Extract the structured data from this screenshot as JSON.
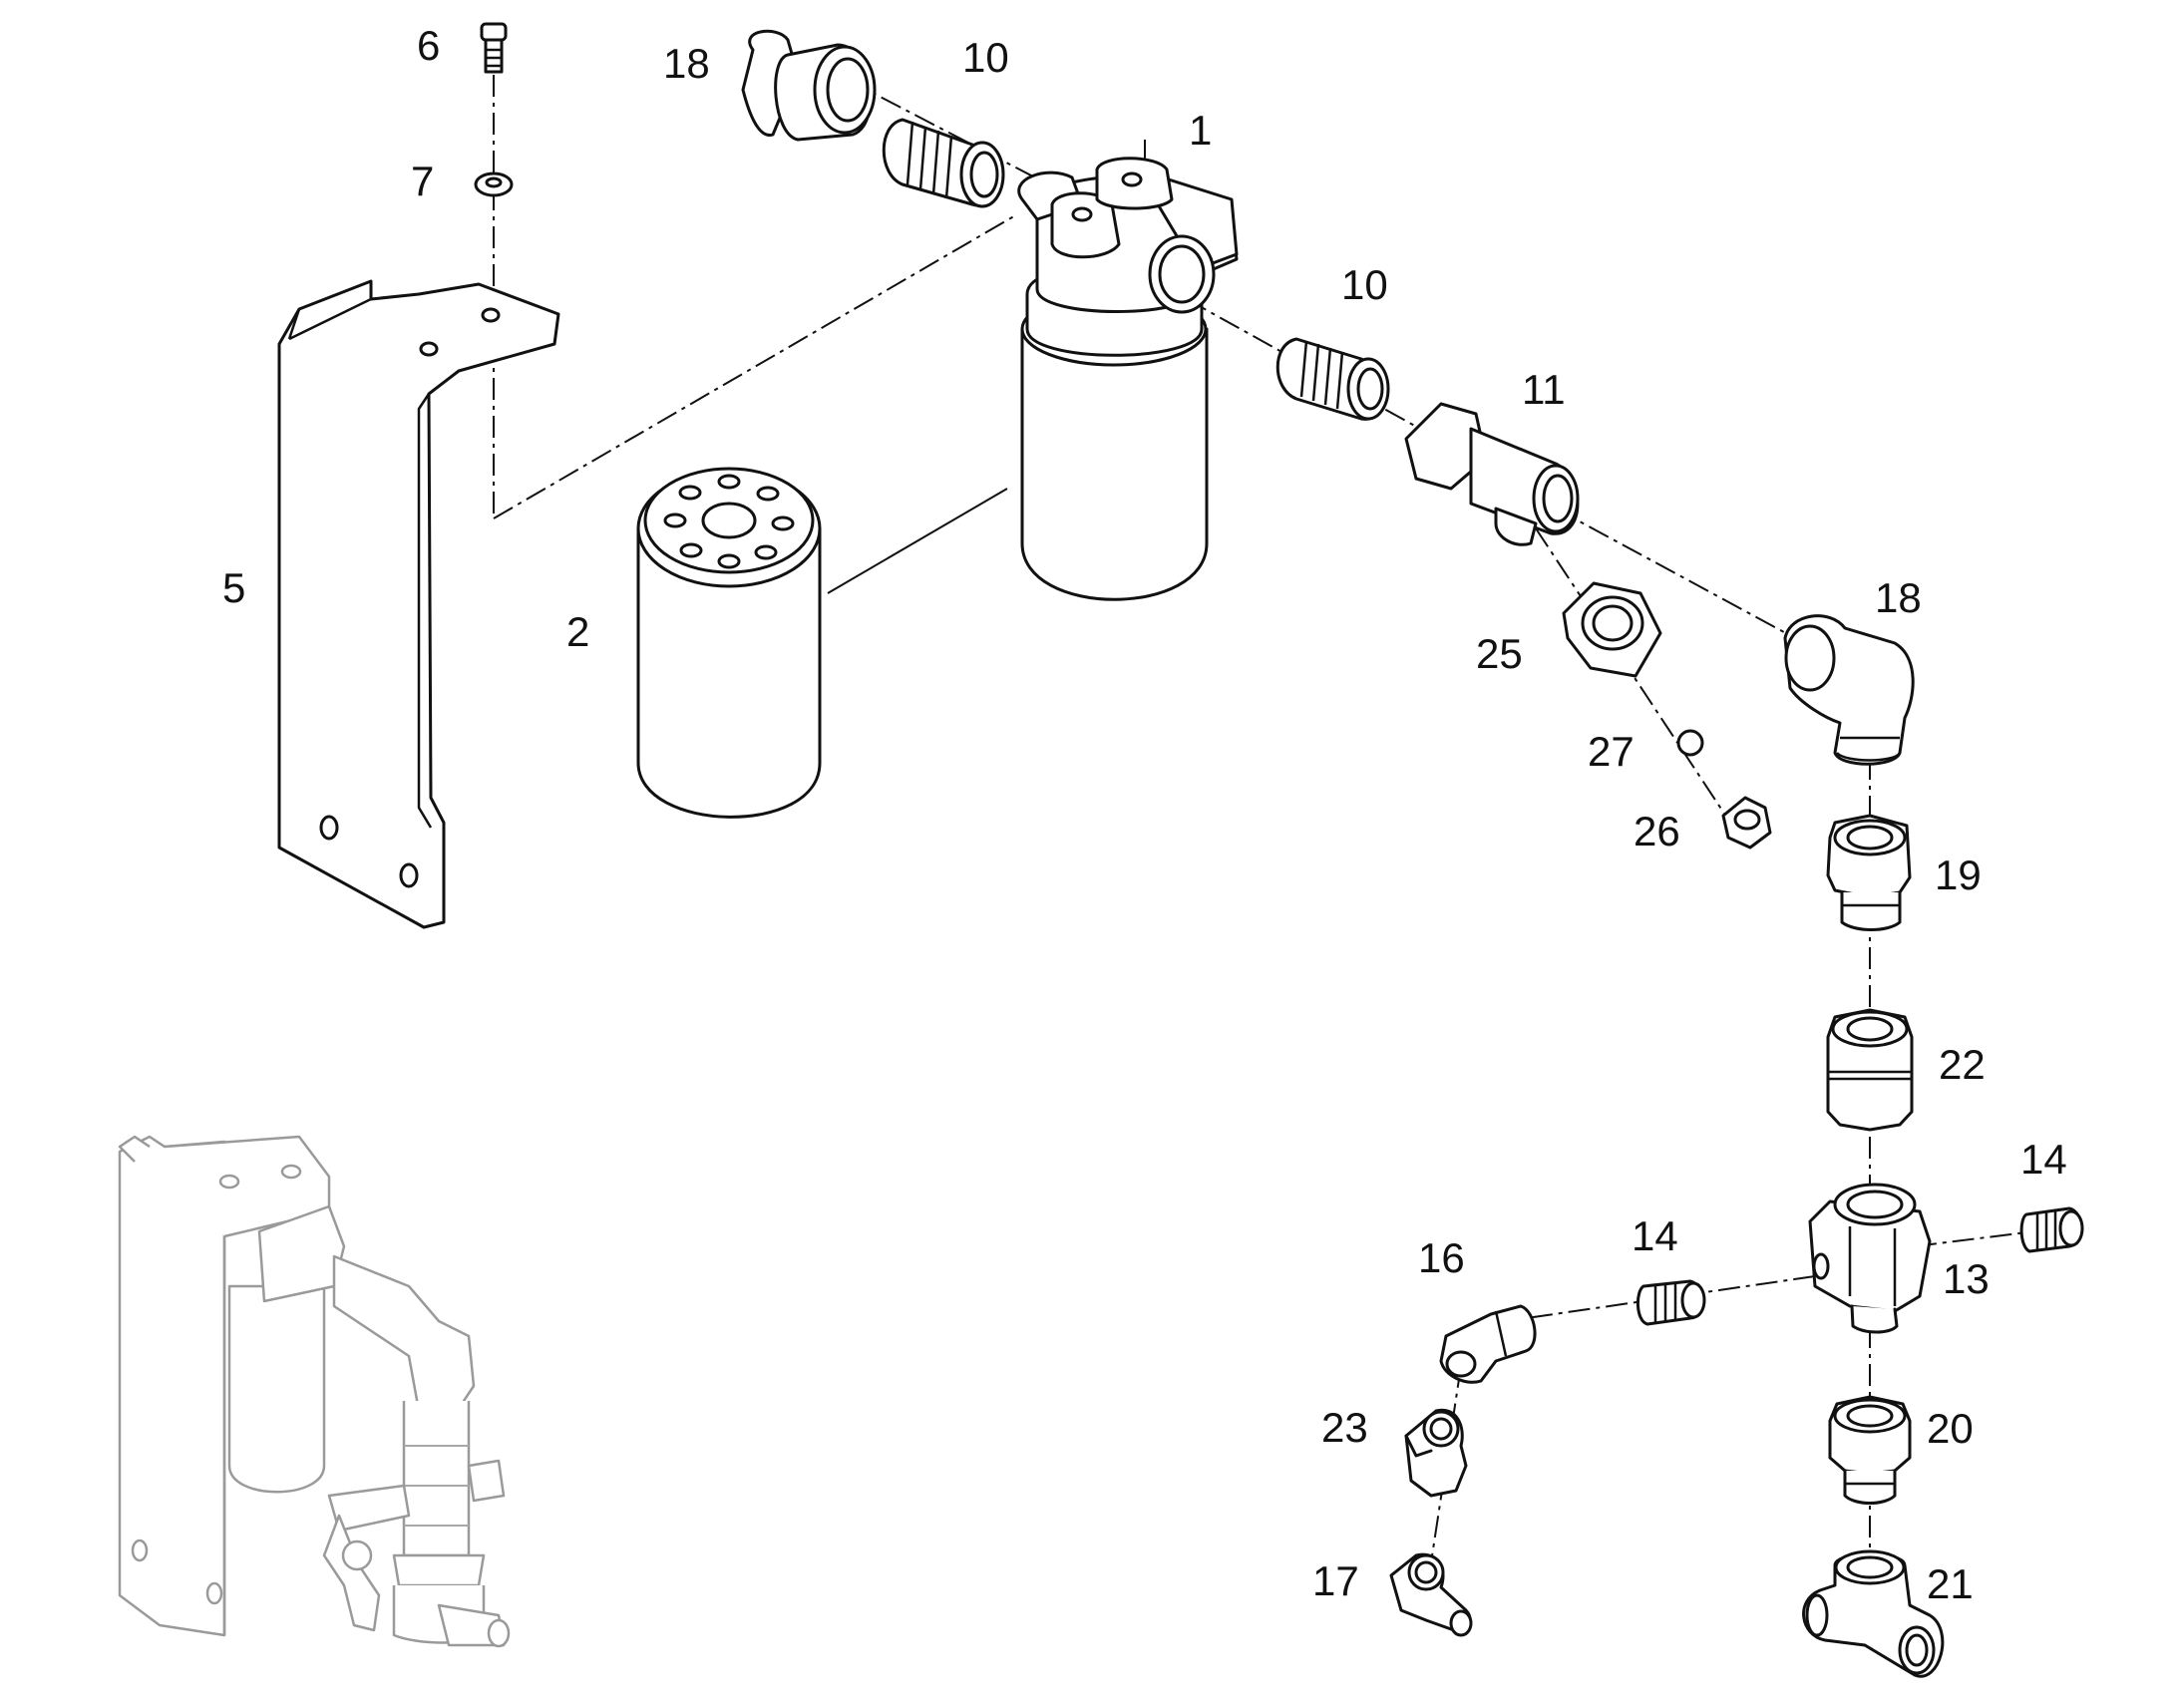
{
  "callouts": {
    "c6": "6",
    "c7": "7",
    "c18_top": "18",
    "c10_top": "10",
    "c1": "1",
    "c10_mid": "10",
    "c11": "11",
    "c5": "5",
    "c2": "2",
    "c18_right": "18",
    "c25": "25",
    "c27": "27",
    "c26": "26",
    "c19": "19",
    "c22": "22",
    "c14_right": "14",
    "c14_mid": "14",
    "c16": "16",
    "c13": "13",
    "c23": "23",
    "c20": "20",
    "c17": "17",
    "c21": "21"
  },
  "colors": {
    "line": "#111111",
    "ghost": "#9a9a9a",
    "background": "#ffffff"
  }
}
